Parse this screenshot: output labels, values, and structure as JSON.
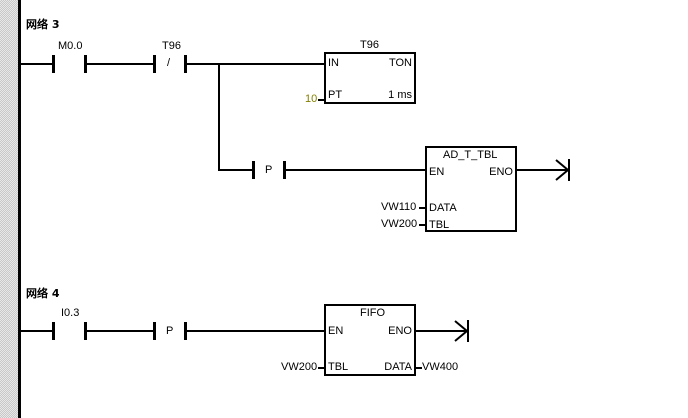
{
  "networks": [
    {
      "title": "网络 3",
      "contacts": [
        {
          "address": "M0.0",
          "type": "NO"
        },
        {
          "address": "T96",
          "type": "NC",
          "symbol": "/"
        },
        {
          "address": "",
          "type": "P",
          "symbol": "P"
        }
      ],
      "boxes": [
        {
          "name": "T96",
          "type": "TON",
          "pins": {
            "in": "IN",
            "pt": "PT",
            "unit": "1 ms"
          },
          "pt_value": "10"
        },
        {
          "name": "AD_T_TBL",
          "pins": {
            "en": "EN",
            "eno": "ENO",
            "data": "DATA",
            "tbl": "TBL"
          },
          "data_operand": "VW110",
          "tbl_operand": "VW200"
        }
      ]
    },
    {
      "title": "网络 4",
      "contacts": [
        {
          "address": "I0.3",
          "type": "NO"
        },
        {
          "address": "",
          "type": "P",
          "symbol": "P"
        }
      ],
      "boxes": [
        {
          "name": "FIFO",
          "pins": {
            "en": "EN",
            "eno": "ENO",
            "tbl": "TBL",
            "data": "DATA"
          },
          "tbl_operand": "VW200",
          "data_operand": "VW400"
        }
      ]
    }
  ],
  "colors": {
    "constant": "#808000",
    "wire": "#000000"
  }
}
